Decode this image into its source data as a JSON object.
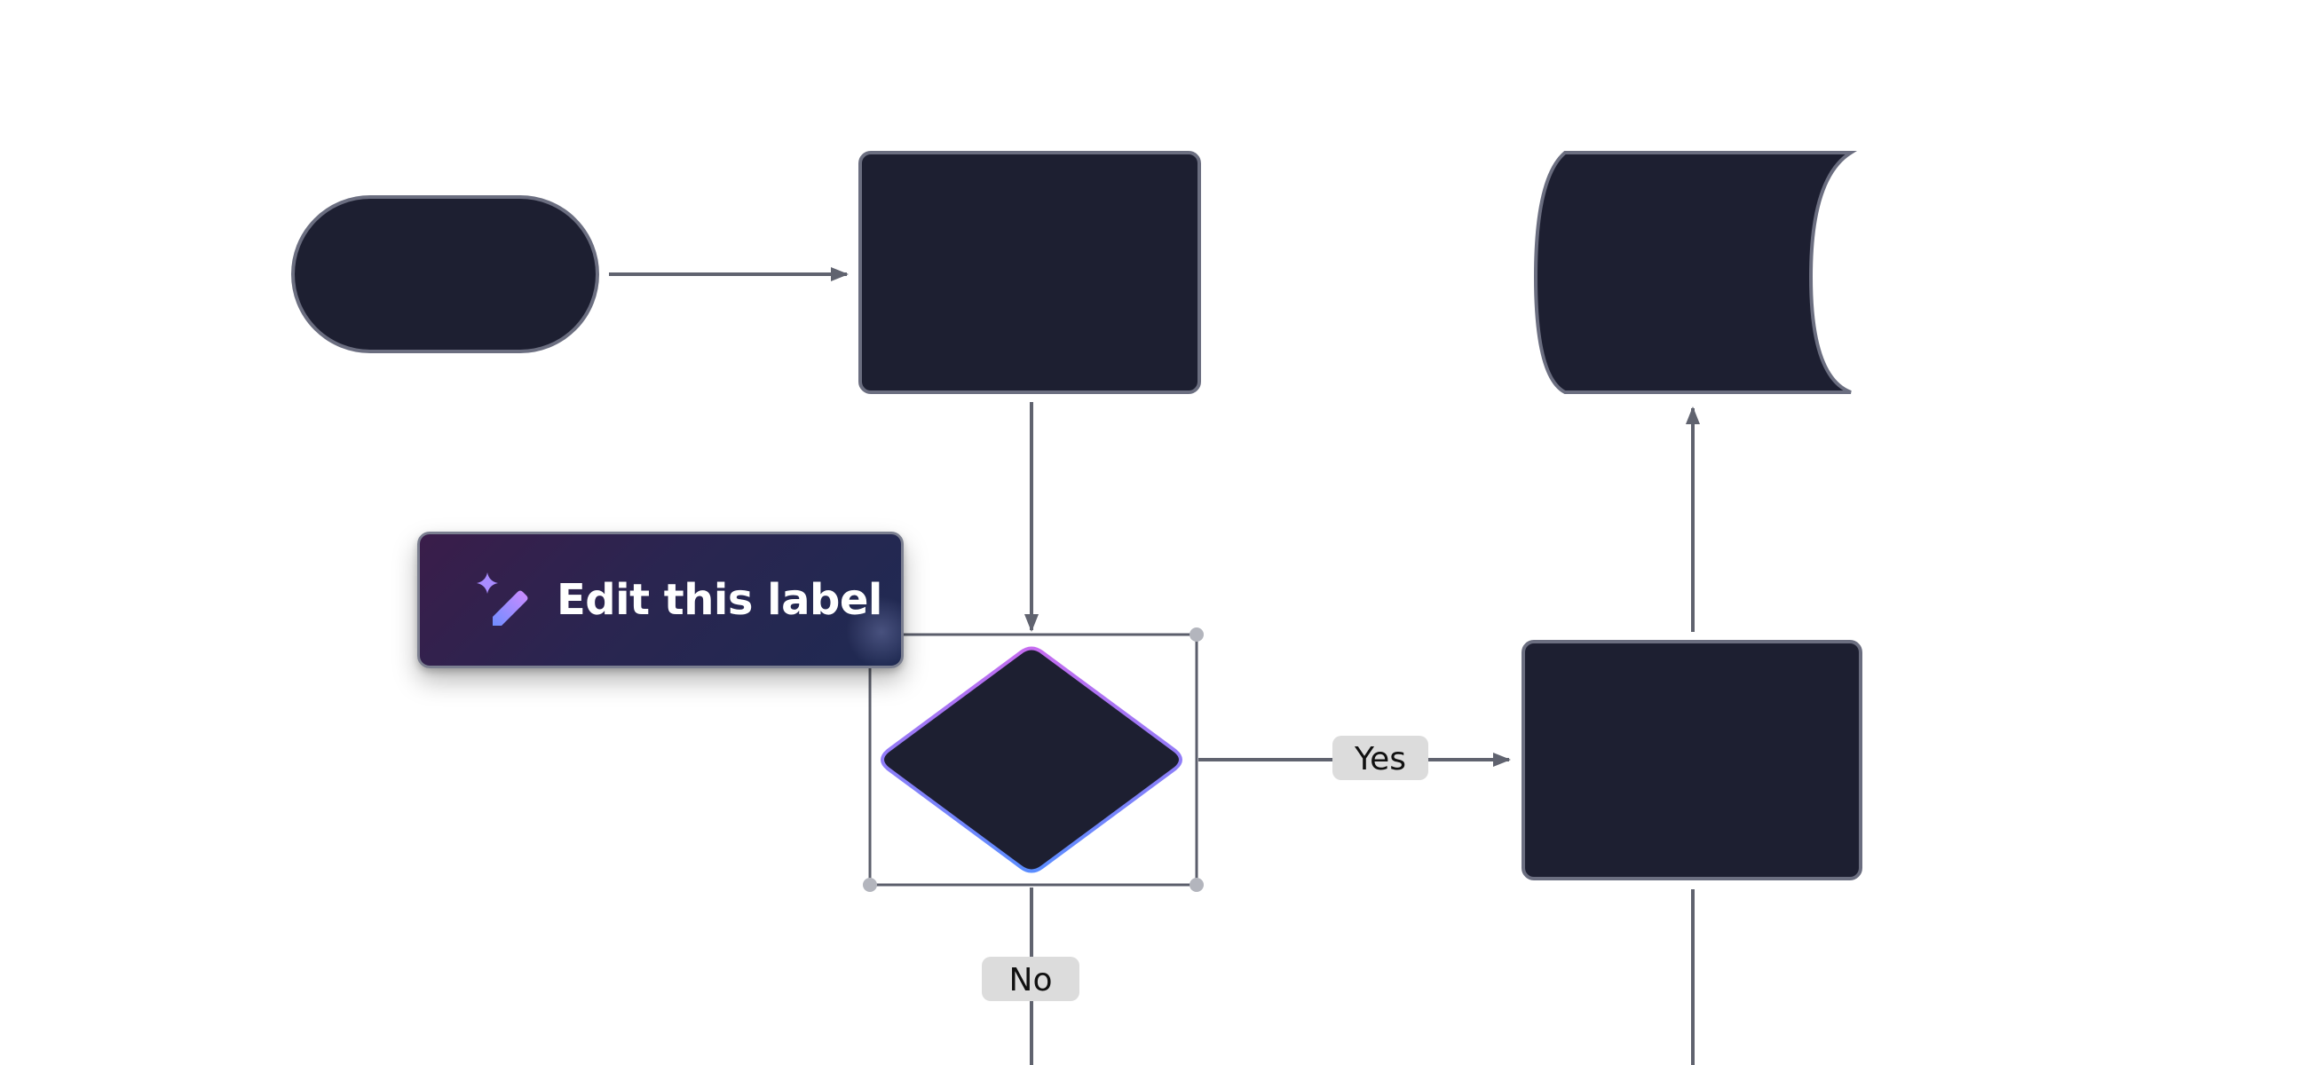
{
  "diagram": {
    "nodes": [
      {
        "id": "start-terminal",
        "shape": "terminal",
        "label": ""
      },
      {
        "id": "process-top",
        "shape": "rectangle",
        "label": ""
      },
      {
        "id": "decision",
        "shape": "diamond",
        "label": "",
        "selected": true
      },
      {
        "id": "process-right",
        "shape": "rectangle",
        "label": ""
      },
      {
        "id": "stored-data",
        "shape": "stored-data",
        "label": ""
      }
    ],
    "edges": [
      {
        "from": "start-terminal",
        "to": "process-top",
        "label": ""
      },
      {
        "from": "process-top",
        "to": "decision",
        "label": ""
      },
      {
        "from": "decision",
        "to": "process-right",
        "label": "Yes"
      },
      {
        "from": "decision",
        "to": "below",
        "label": "No"
      },
      {
        "from": "process-right",
        "to": "stored-data",
        "label": ""
      },
      {
        "from": "process-right",
        "to": "below",
        "label": ""
      }
    ],
    "edge_labels": {
      "yes": "Yes",
      "no": "No"
    }
  },
  "tooltip": {
    "label": "Edit this label",
    "icon": "magic-pencil-icon"
  },
  "colors": {
    "node_fill": "#1d1f31",
    "node_stroke": "#6b6e80",
    "edge": "#60636f",
    "label_bg": "#dcdcdc",
    "selection": "#5b5e6b",
    "handle": "#b3b5bd",
    "decision_gradient_start": "#c56cf0",
    "decision_gradient_end": "#5b8dff"
  }
}
